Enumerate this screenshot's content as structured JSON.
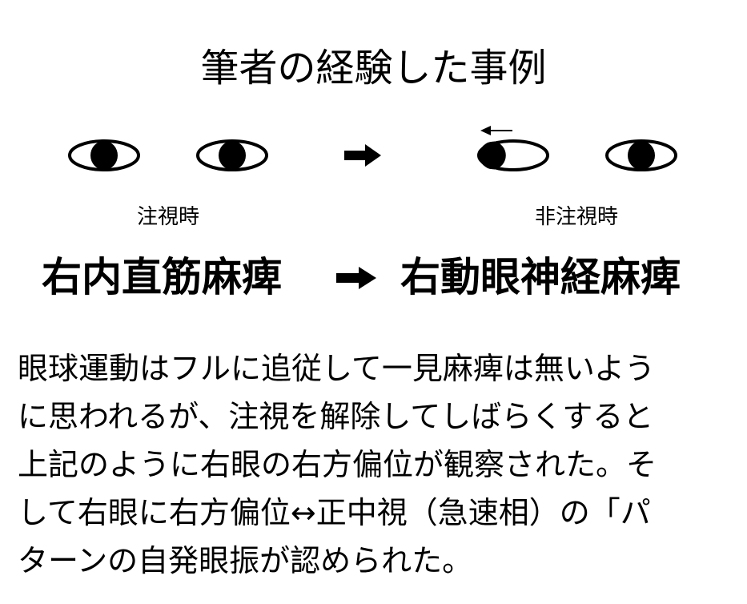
{
  "title": "筆者の経験した事例",
  "eye_states": {
    "fixation_label": "注視時",
    "non_fixation_label": "非注視時"
  },
  "diagnosis": {
    "from": "右内直筋麻痺",
    "to": "右動眼神経麻痺"
  },
  "description_lines": [
    "眼球運動はフルに追従して一見麻痺は無いよう",
    "に思われるが、注視を解除してしばらくすると",
    "上記のように右眼の右方偏位が観察された。そ",
    "して右眼に右方偏位↔正中視（急速相）の「パ",
    "ターンの自発眼振が認められた。"
  ]
}
